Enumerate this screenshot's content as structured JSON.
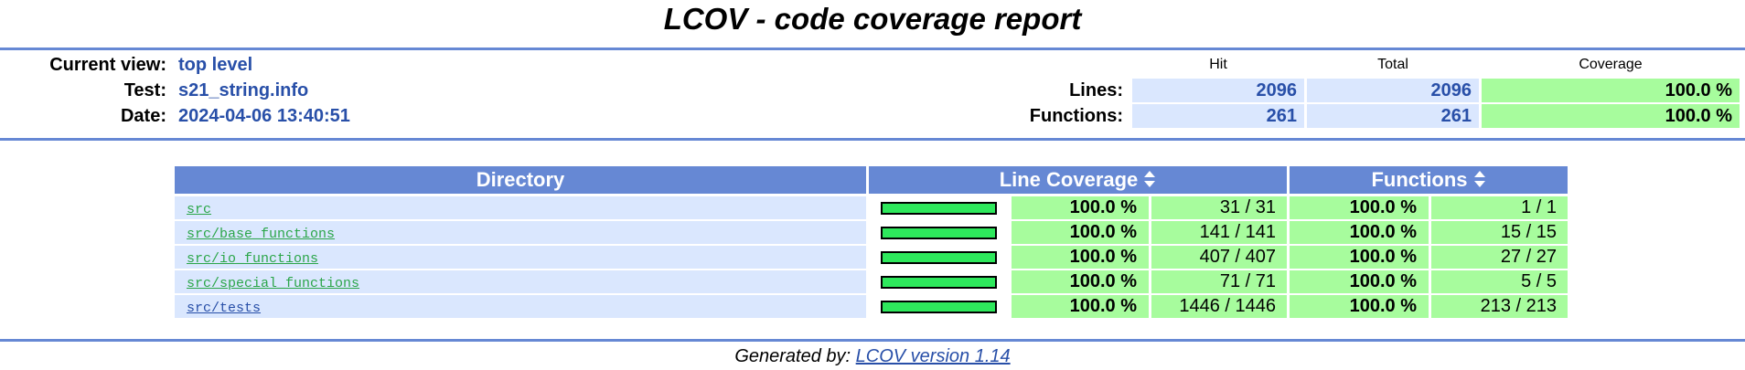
{
  "title": "LCOV - code coverage report",
  "header": {
    "current_view_label": "Current view:",
    "current_view_value": "top level",
    "test_label": "Test:",
    "test_value": "s21_string.info",
    "date_label": "Date:",
    "date_value": "2024-04-06 13:40:51"
  },
  "summary": {
    "col_hit": "Hit",
    "col_total": "Total",
    "col_coverage": "Coverage",
    "lines_label": "Lines:",
    "lines_hit": "2096",
    "lines_total": "2096",
    "lines_coverage": "100.0 %",
    "functions_label": "Functions:",
    "functions_hit": "261",
    "functions_total": "261",
    "functions_coverage": "100.0 %"
  },
  "table": {
    "col_directory": "Directory",
    "col_line_coverage": "Line Coverage",
    "col_functions": "Functions",
    "rows": [
      {
        "dir": "src",
        "line_fraction": 1.0,
        "line_pct": "100.0 %",
        "line_count": "31 / 31",
        "func_pct": "100.0 %",
        "func_count": "1 / 1"
      },
      {
        "dir": "src/base_functions",
        "line_fraction": 1.0,
        "line_pct": "100.0 %",
        "line_count": "141 / 141",
        "func_pct": "100.0 %",
        "func_count": "15 / 15"
      },
      {
        "dir": "src/io_functions",
        "line_fraction": 1.0,
        "line_pct": "100.0 %",
        "line_count": "407 / 407",
        "func_pct": "100.0 %",
        "func_count": "27 / 27"
      },
      {
        "dir": "src/special_functions",
        "line_fraction": 1.0,
        "line_pct": "100.0 %",
        "line_count": "71 / 71",
        "func_pct": "100.0 %",
        "func_count": "5 / 5"
      },
      {
        "dir": "src/tests",
        "line_fraction": 1.0,
        "line_pct": "100.0 %",
        "line_count": "1446 / 1446",
        "func_pct": "100.0 %",
        "func_count": "213 / 213"
      }
    ]
  },
  "footer": {
    "prefix": "Generated by:",
    "link": "LCOV version 1.14"
  },
  "colors": {
    "header_blue": "#6688d4",
    "value_blue": "#284fa8",
    "light_blue_bg": "#dae7fe",
    "coverage_green": "#a7fc9d",
    "bar_green": "#2ee85c"
  }
}
